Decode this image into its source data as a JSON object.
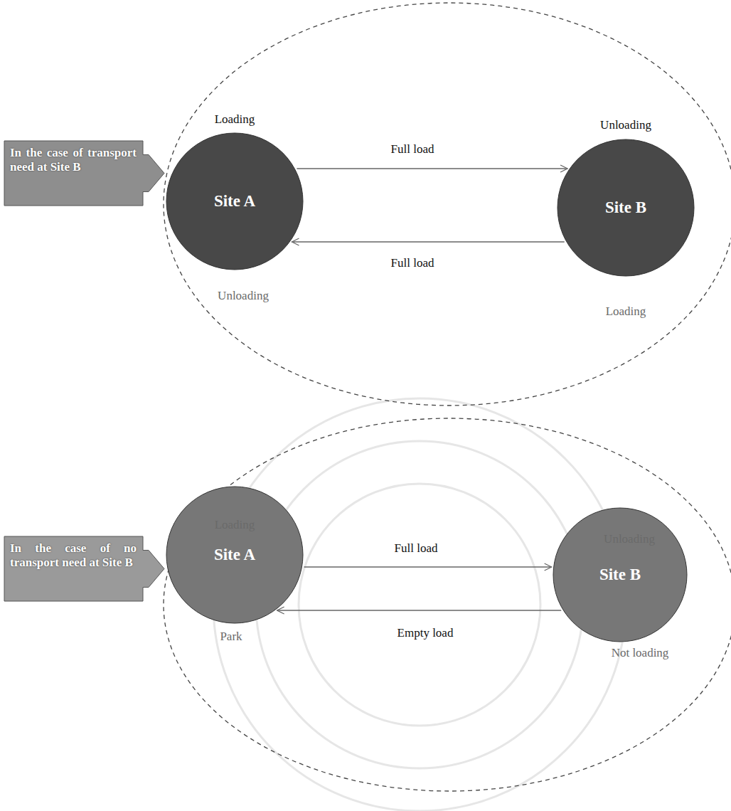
{
  "diagram": {
    "nodes": [
      {
        "text": [
          "In the case of transport need at Site B"
        ]
      },
      {
        "text": [
          "Site A"
        ]
      },
      {
        "text": [
          "Site B"
        ]
      },
      {
        "text": [
          "In the case of no transport need at Site B"
        ]
      },
      {
        "text": [
          "Site A"
        ]
      },
      {
        "text": [
          "Site B"
        ]
      }
    ],
    "edges": [
      {
        "from": 1,
        "to": 2,
        "label": "Full load",
        "arrow": "to"
      },
      {
        "from": 2,
        "to": 1,
        "label": "Full load",
        "arrow": "to"
      },
      {
        "from": 4,
        "to": 5,
        "label": "Full load",
        "arrow": "to"
      },
      {
        "from": 5,
        "to": 4,
        "label": "Empty load",
        "arrow": "to"
      }
    ],
    "labels": [
      "Loading",
      "Unloading",
      "Unloading",
      "Loading",
      "Loading",
      "Unloading",
      "Park",
      "Not loading"
    ]
  }
}
